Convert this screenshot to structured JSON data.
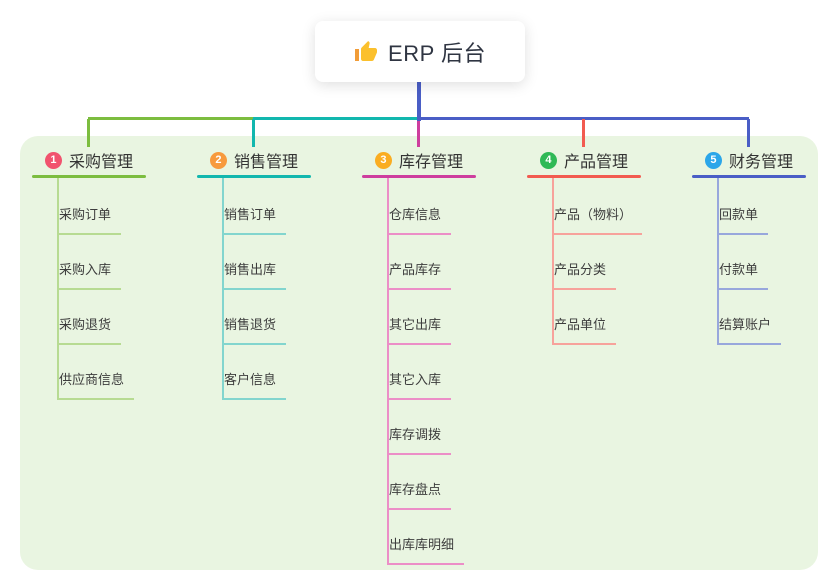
{
  "canvas": {
    "page_bg": "#ffffff",
    "panel_bg": "#e9f5e1"
  },
  "root": {
    "label": "ERP 后台",
    "icon": "thumbs-up-icon",
    "connector_color": "#4a5ec6",
    "icon_colors": {
      "hand": "#fbc02d",
      "cuff": "#f19c38"
    }
  },
  "branches": [
    {
      "badge": "1",
      "badge_color": "#f1536e",
      "color": "#7cbd3f",
      "light_color": "#b7db92",
      "label": "采购管理",
      "children": [
        "采购订单",
        "采购入库",
        "采购退货",
        "供应商信息"
      ]
    },
    {
      "badge": "2",
      "badge_color": "#f79a3d",
      "color": "#12b7ae",
      "light_color": "#82d5ce",
      "label": "销售管理",
      "children": [
        "销售订单",
        "销售出库",
        "销售退货",
        "客户信息"
      ]
    },
    {
      "badge": "3",
      "badge_color": "#faad21",
      "color": "#ce3e9e",
      "light_color": "#ec8ec7",
      "label": "库存管理",
      "children": [
        "仓库信息",
        "产品库存",
        "其它出库",
        "其它入库",
        "库存调拨",
        "库存盘点",
        "出库库明细"
      ]
    },
    {
      "badge": "4",
      "badge_color": "#2fb956",
      "color": "#f25b50",
      "light_color": "#f7a29b",
      "label": "产品管理",
      "children": [
        "产品（物料）",
        "产品分类",
        "产品单位"
      ]
    },
    {
      "badge": "5",
      "badge_color": "#2ba6e9",
      "color": "#4a5ec6",
      "light_color": "#98a7dc",
      "label": "财务管理",
      "children": [
        "回款单",
        "付款单",
        "结算账户"
      ]
    }
  ]
}
